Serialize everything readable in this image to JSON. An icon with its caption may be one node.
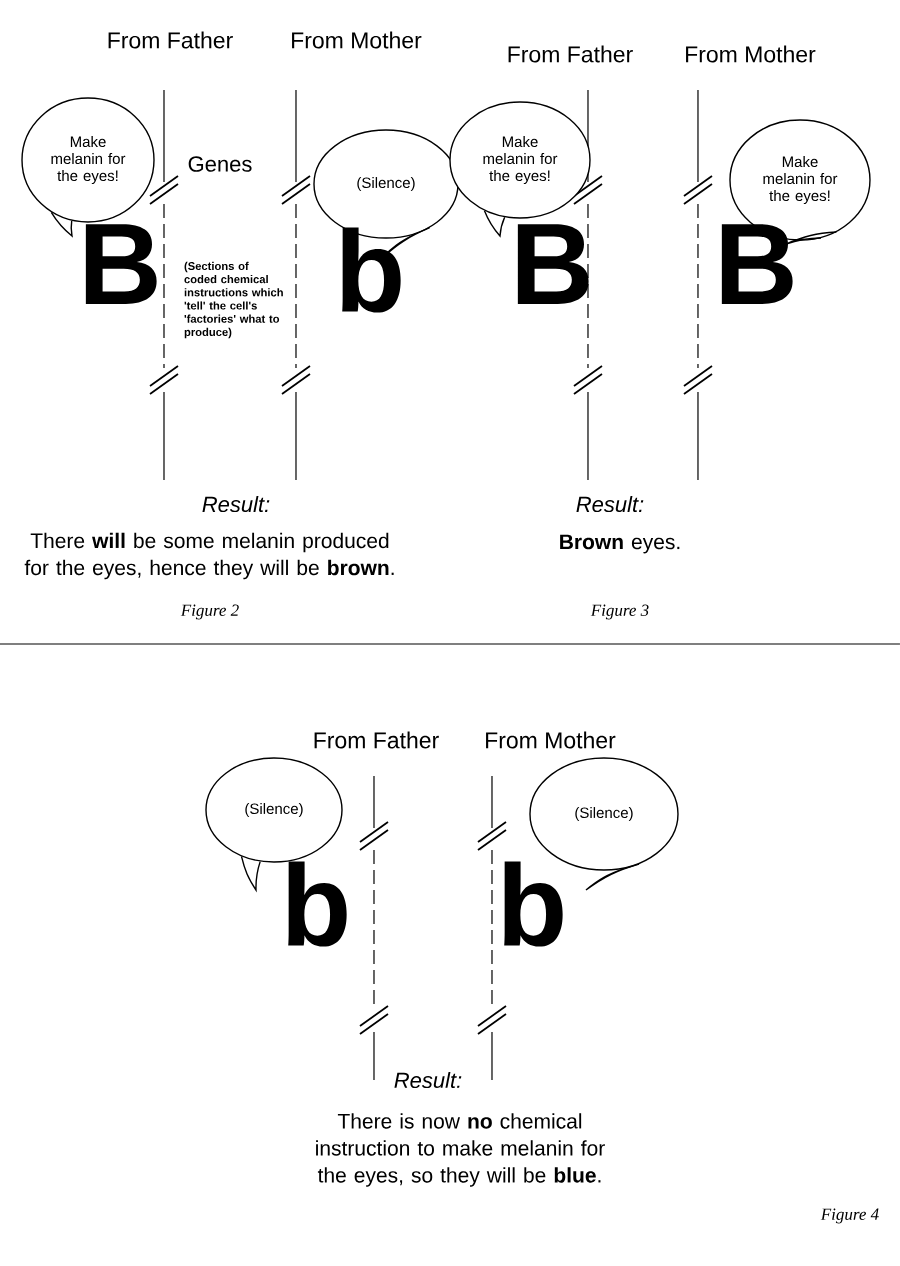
{
  "diagram": {
    "nodes": [
      {
        "text": [
          "Make melanin for the eyes!"
        ]
      },
      {
        "text": [
          "(Silence)"
        ]
      },
      {
        "text": [
          "Make melanin for the eyes!"
        ]
      },
      {
        "text": [
          "Make melanin for the eyes!"
        ]
      },
      {
        "text": [
          "(Silence)"
        ]
      },
      {
        "text": [
          "(Silence)"
        ]
      }
    ],
    "labels": [
      "From Father",
      "From Mother",
      "Genes",
      "(Sections of coded chemical instructions which 'tell' the cell's 'factories' what to produce)",
      "B",
      "b",
      "Result:",
      "There **will** be some melanin produced for the eyes, hence they will be **brown**.",
      "Figure 2",
      "From Father",
      "From Mother",
      "B",
      "B",
      "Result:",
      "**Brown** eyes.",
      "Figure 3",
      "From Father",
      "From Mother",
      "b",
      "b",
      "Result:",
      "There is now **no** chemical instruction to make melanin for the eyes, so they will be **blue**.",
      "Figure 4"
    ]
  }
}
